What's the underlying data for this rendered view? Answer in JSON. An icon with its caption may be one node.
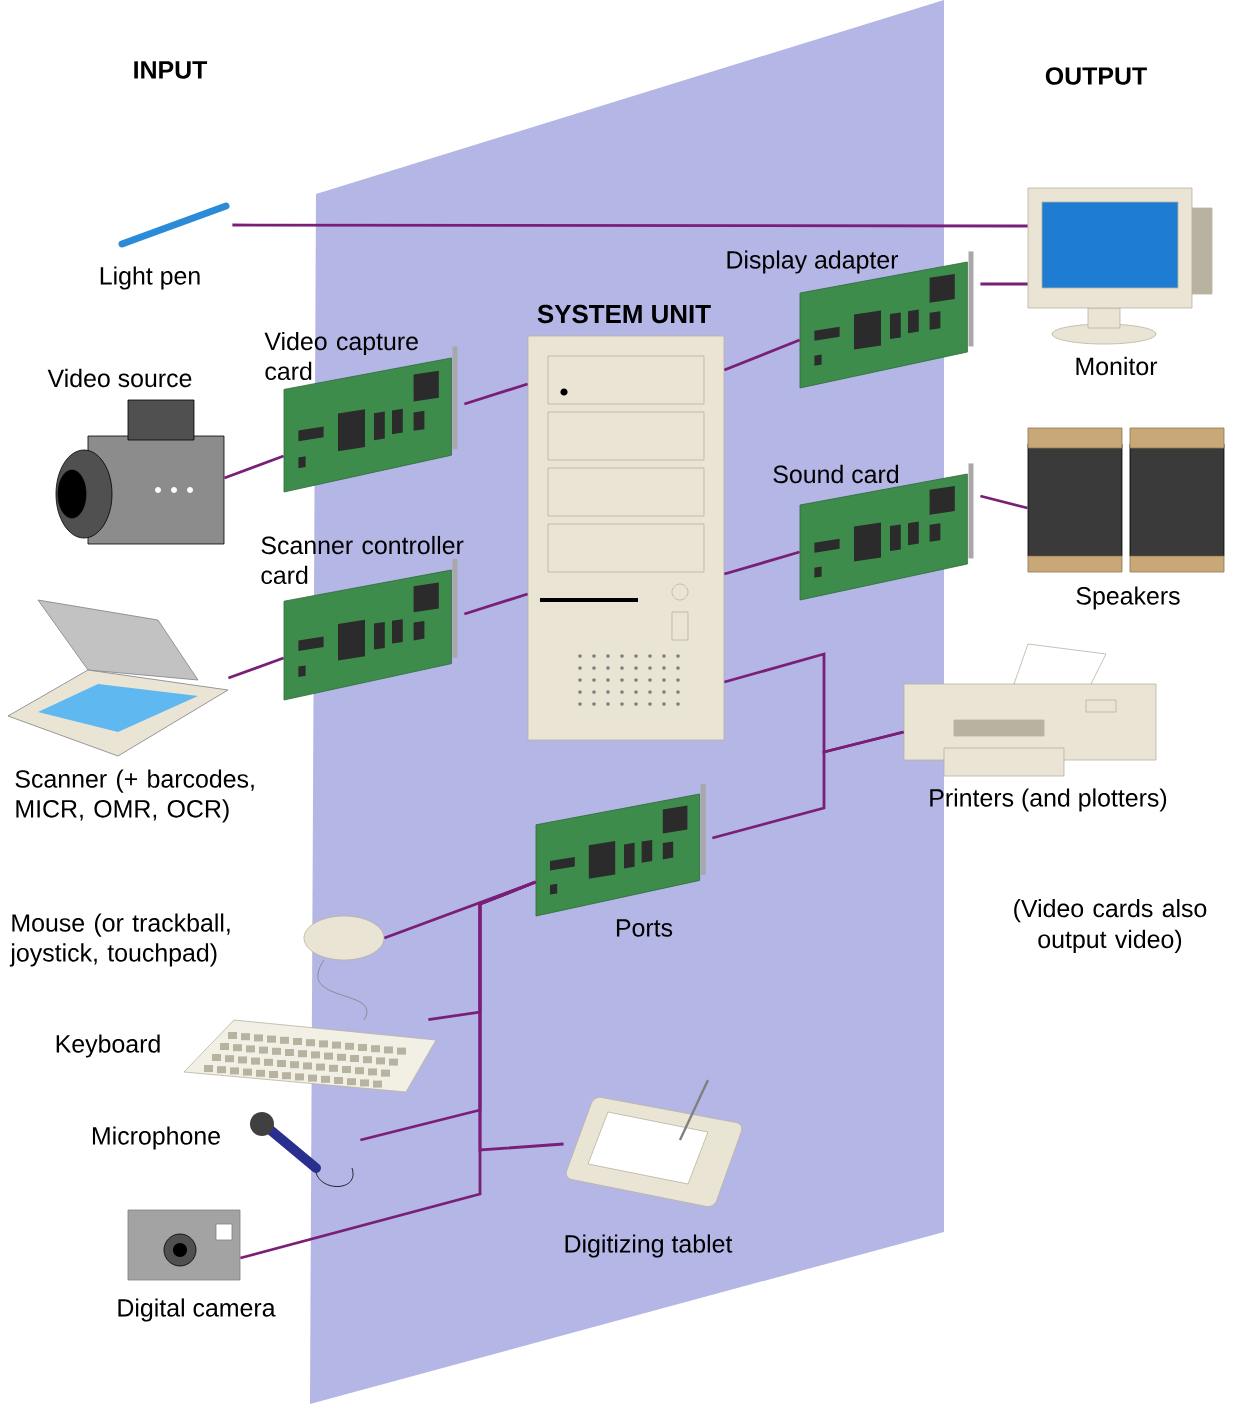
{
  "diagram": {
    "nodes": [
      {
        "text": [
          "Light pen"
        ]
      },
      {
        "text": [],
        "shape": "picture",
        "beside": [
          "Video source"
        ]
      },
      {
        "text": [],
        "shape": "picture",
        "beside": [
          "Video capture card"
        ]
      },
      {
        "text": [],
        "shape": "picture",
        "beside": [
          "Scanner (+ barcodes, MICR, OMR, OCR)"
        ]
      },
      {
        "text": [],
        "shape": "picture",
        "beside": [
          "Scanner controller card"
        ]
      },
      {
        "text": [],
        "shape": "picture",
        "beside": [
          "SYSTEM UNIT"
        ]
      },
      {
        "text": [],
        "shape": "picture",
        "beside": [
          "Display adapter"
        ]
      },
      {
        "text": [],
        "shape": "picture",
        "beside": [
          "Sound card"
        ]
      },
      {
        "text": [],
        "shape": "picture",
        "beside": [
          "Monitor"
        ]
      },
      {
        "text": [],
        "shape": "picture",
        "beside": [
          "Speakers"
        ]
      },
      {
        "text": [],
        "shape": "picture",
        "beside": [
          "Printers (and plotters)"
        ]
      },
      {
        "text": [],
        "shape": "picture",
        "beside": [
          "Ports"
        ]
      },
      {
        "text": [],
        "shape": "picture",
        "beside": [
          "Mouse (or trackball, joystick, touchpad)"
        ]
      },
      {
        "text": [],
        "shape": "picture",
        "beside": [
          "Keyboard"
        ]
      },
      {
        "text": [],
        "shape": "picture",
        "beside": [
          "Microphone"
        ]
      },
      {
        "text": [],
        "shape": "picture",
        "beside": [
          "Digital camera"
        ]
      },
      {
        "text": [],
        "shape": "picture",
        "beside": [
          "Digitizing tablet"
        ]
      }
    ],
    "edges": [
      {
        "from": 0,
        "to": 8,
        "arrow": "none"
      },
      {
        "from": 1,
        "to": 2,
        "arrow": "none"
      },
      {
        "from": 2,
        "to": 5,
        "arrow": "none"
      },
      {
        "from": 3,
        "to": 4,
        "arrow": "none"
      },
      {
        "from": 4,
        "to": 5,
        "arrow": "none"
      },
      {
        "from": 5,
        "to": 6,
        "arrow": "none"
      },
      {
        "from": 6,
        "to": 8,
        "arrow": "none"
      },
      {
        "from": 5,
        "to": 7,
        "arrow": "none"
      },
      {
        "from": 7,
        "to": 9,
        "arrow": "none"
      },
      {
        "from": 5,
        "to": 10,
        "arrow": "none"
      },
      {
        "from": 11,
        "to": 10,
        "arrow": "none"
      },
      {
        "from": 11,
        "to": 12,
        "arrow": "none"
      },
      {
        "from": 11,
        "to": 13,
        "arrow": "none"
      },
      {
        "from": 11,
        "to": 14,
        "arrow": "none"
      },
      {
        "from": 11,
        "to": 16,
        "arrow": "none"
      },
      {
        "from": 11,
        "to": 15,
        "arrow": "none"
      }
    ],
    "labels": [
      "INPUT",
      "OUTPUT",
      "(Video cards also output video)"
    ]
  }
}
